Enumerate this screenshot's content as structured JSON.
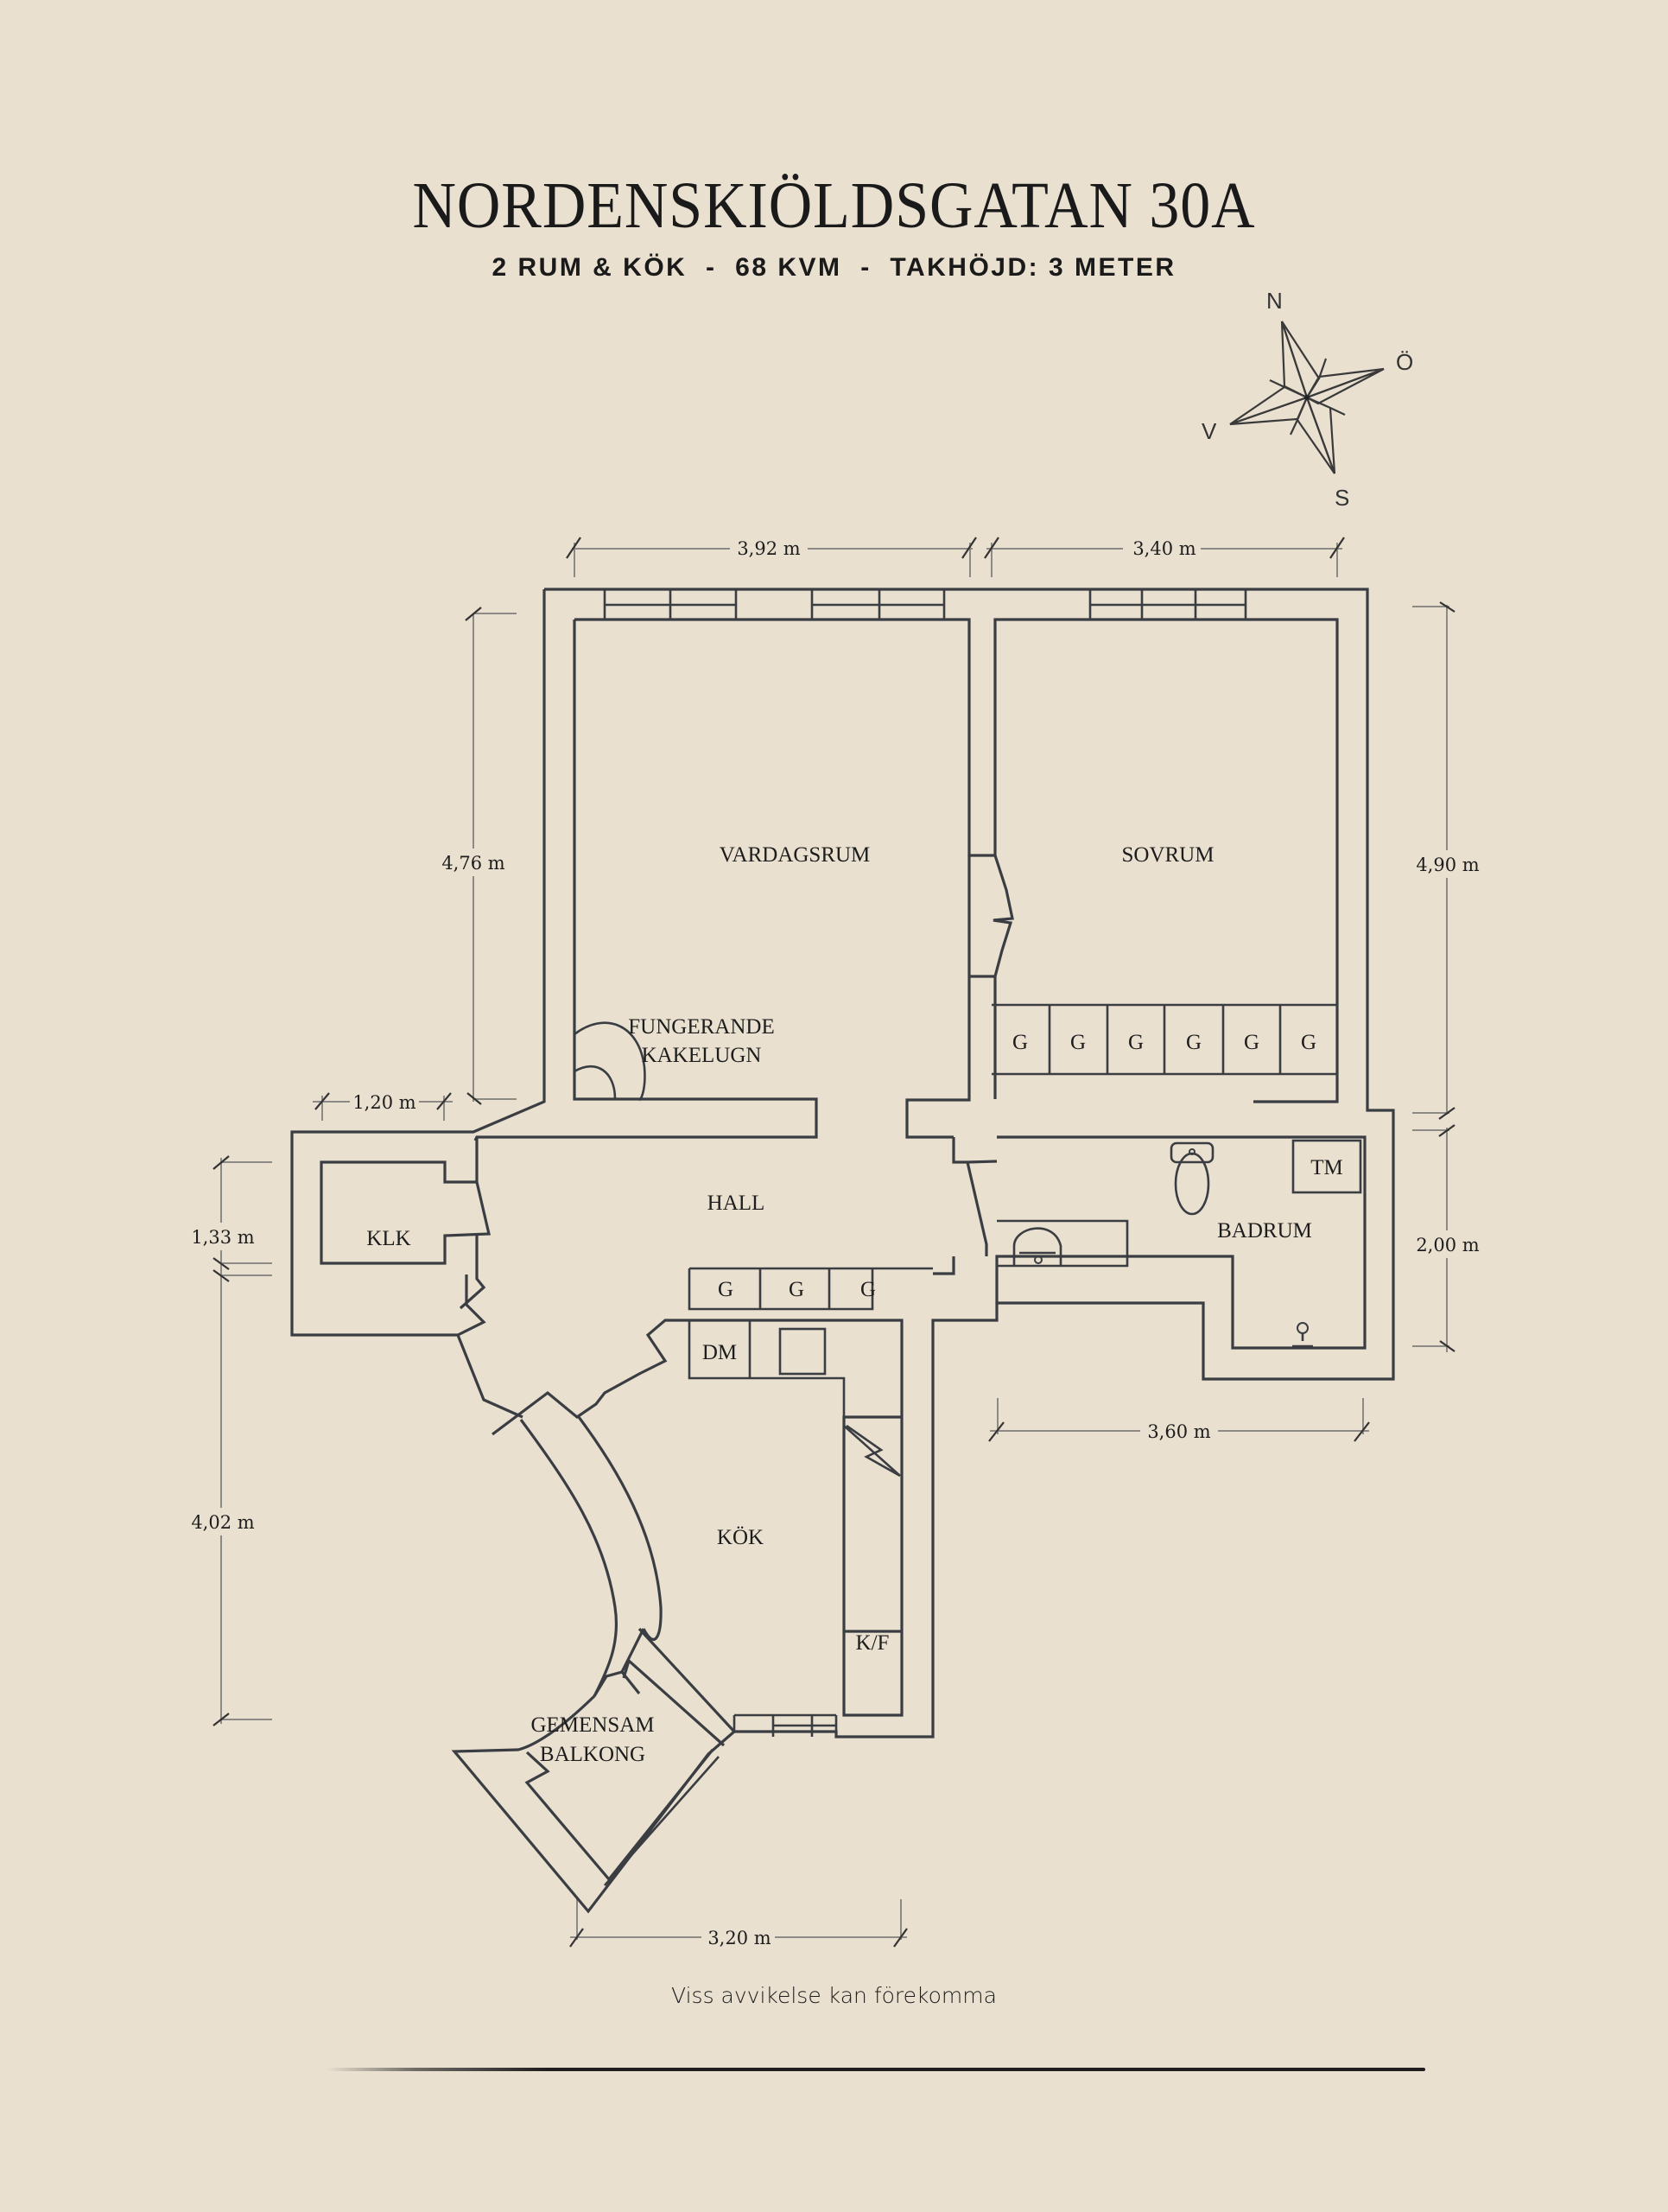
{
  "header": {
    "title": "NORDENSKIÖLDSGATAN 30A",
    "subtitle": "2 RUM & KÖK  -  68 KVM  -  TAKHÖJD: 3 METER"
  },
  "compass": {
    "north": "N",
    "east": "Ö",
    "south": "S",
    "west": "V",
    "icon": "compass-rose-icon"
  },
  "rooms": {
    "vardagsrum": "VARDAGSRUM",
    "sovrum": "SOVRUM",
    "kakelugn_line1": "FUNGERANDE",
    "kakelugn_line2": "KAKELUGN",
    "hall": "HALL",
    "klk": "KLK",
    "badrum": "BADRUM",
    "tm": "TM",
    "kok": "KÖK",
    "dm": "DM",
    "kf": "K/F",
    "balkong_line1": "GEMENSAM",
    "balkong_line2": "BALKONG"
  },
  "wardrobes": {
    "sovrum": [
      "G",
      "G",
      "G",
      "G",
      "G",
      "G"
    ],
    "hall": [
      "G",
      "G",
      "G"
    ]
  },
  "dimensions": {
    "vardagsrum_width": "3,92 m",
    "sovrum_width": "3,40 m",
    "vardagsrum_depth": "4,76 m",
    "sovrum_depth": "4,90 m",
    "klk_width": "1,20 m",
    "klk_depth": "1,33 m",
    "kok_depth": "4,02 m",
    "badrum_depth": "2,00 m",
    "badrum_width": "3,60 m",
    "kok_width": "3,20 m"
  },
  "footer": {
    "disclaimer": "Viss avvikelse kan förekomma"
  }
}
